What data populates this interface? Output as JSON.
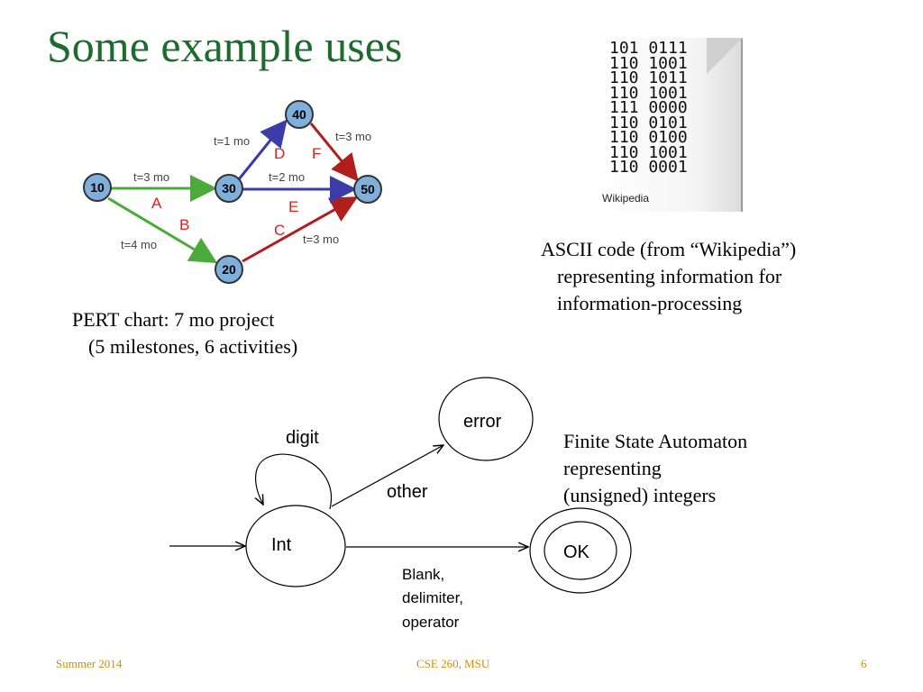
{
  "title": "Some example uses",
  "pert": {
    "caption_line1": "PERT chart: 7 mo project",
    "caption_line2": "(5 milestones, 6 activities)",
    "nodes": [
      "10",
      "30",
      "40",
      "50",
      "20"
    ],
    "activities": [
      {
        "letter": "A",
        "duration": "t=3 mo"
      },
      {
        "letter": "B",
        "duration": "t=4 mo"
      },
      {
        "letter": "C",
        "duration": "t=3 mo"
      },
      {
        "letter": "D",
        "duration": "t=1 mo"
      },
      {
        "letter": "E",
        "duration": "t=2 mo"
      },
      {
        "letter": "F",
        "duration": "t=3 mo"
      }
    ],
    "colors": {
      "green": "#4caa3c",
      "blue": "#3c3ca8",
      "red": "#b01e1e",
      "node": "#7fb0dc",
      "letter": "#e02020"
    }
  },
  "ascii": {
    "lines": [
      "101 0111",
      "110 1001",
      "110 1011",
      "110 1001",
      "111 0000",
      "110 0101",
      "110 0100",
      "110 1001",
      "110 0001"
    ],
    "source": "Wikipedia",
    "caption_line1": "ASCII code (from “Wikipedia”)",
    "caption_line2": "representing information for",
    "caption_line3": "information-processing"
  },
  "fsa": {
    "states": {
      "int": "Int",
      "error": "error",
      "ok": "OK"
    },
    "labels": {
      "digit": "digit",
      "other": "other",
      "blank1": "Blank,",
      "blank2": "delimiter,",
      "blank3": "operator"
    },
    "caption_line1": "Finite State Automaton",
    "caption_line2": "representing",
    "caption_line3": "(unsigned) integers"
  },
  "footer": {
    "left": "Summer 2014",
    "center": "CSE 260,  MSU",
    "page": "6"
  }
}
